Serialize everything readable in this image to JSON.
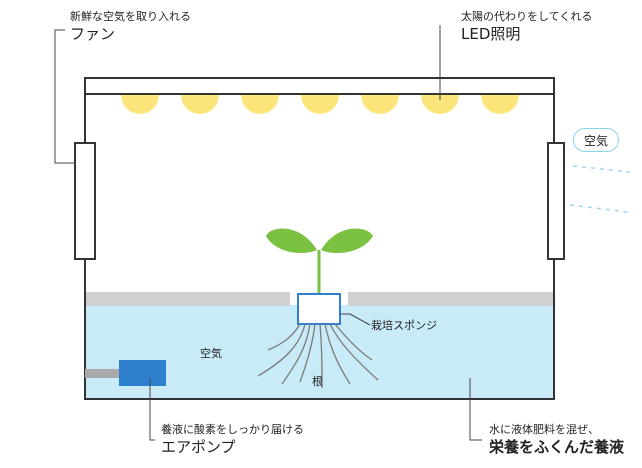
{
  "labels": {
    "fan_caption": "新鮮な空気を取り入れる",
    "fan_name": "ファン",
    "led_caption": "太陽の代わりをしてくれる",
    "led_name": "LED照明",
    "air_bubble": "空気",
    "sponge": "栽培スポンジ",
    "air_in_water": "空気",
    "root": "根",
    "pump_caption": "養液に酸素をしっかり届ける",
    "pump_name": "エアポンプ",
    "solution_caption": "水に液体肥料を混ぜ、",
    "solution_name": "栄養をふくんだ養液"
  },
  "colors": {
    "led": "#fbe57a",
    "water": "#c9ebf8",
    "tray": "#d0d0d0",
    "leaf": "#7cc242",
    "pump": "#2f7fcf",
    "sponge_border": "#2f80d0",
    "outline": "#333333"
  },
  "led_count": 7
}
